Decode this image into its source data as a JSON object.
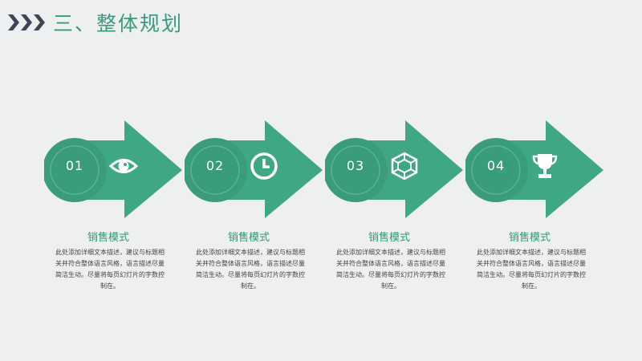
{
  "header": {
    "title": "三、整体规划"
  },
  "colors": {
    "accent": "#3fa784",
    "circle": "#3a9c79",
    "title": "#3a9a7c",
    "chevron": "#3f4656"
  },
  "steps": [
    {
      "number": "01",
      "icon": "eye-icon",
      "label": "销售模式",
      "description": "此处添加详细文本描述，建议与标题相关并符合整体语言风格，语言描述尽量简洁生动。尽量将每页幻灯片的字数控制在。"
    },
    {
      "number": "02",
      "icon": "clock-icon",
      "label": "销售模式",
      "description": "此处添加详细文本描述，建议与标题相关并符合整体语言风格，语言描述尽量简洁生动。尽量将每页幻灯片的字数控制在。"
    },
    {
      "number": "03",
      "icon": "cube-outline-icon",
      "label": "销售模式",
      "description": "此处添加详细文本描述，建议与标题相关并符合整体语言风格，语言描述尽量简洁生动。尽量将每页幻灯片的字数控制在。"
    },
    {
      "number": "04",
      "icon": "trophy-icon",
      "label": "销售模式",
      "description": "此处添加详细文本描述，建议与标题相关并符合整体语言风格，语言描述尽量简洁生动。尽量将每页幻灯片的字数控制在。"
    }
  ]
}
